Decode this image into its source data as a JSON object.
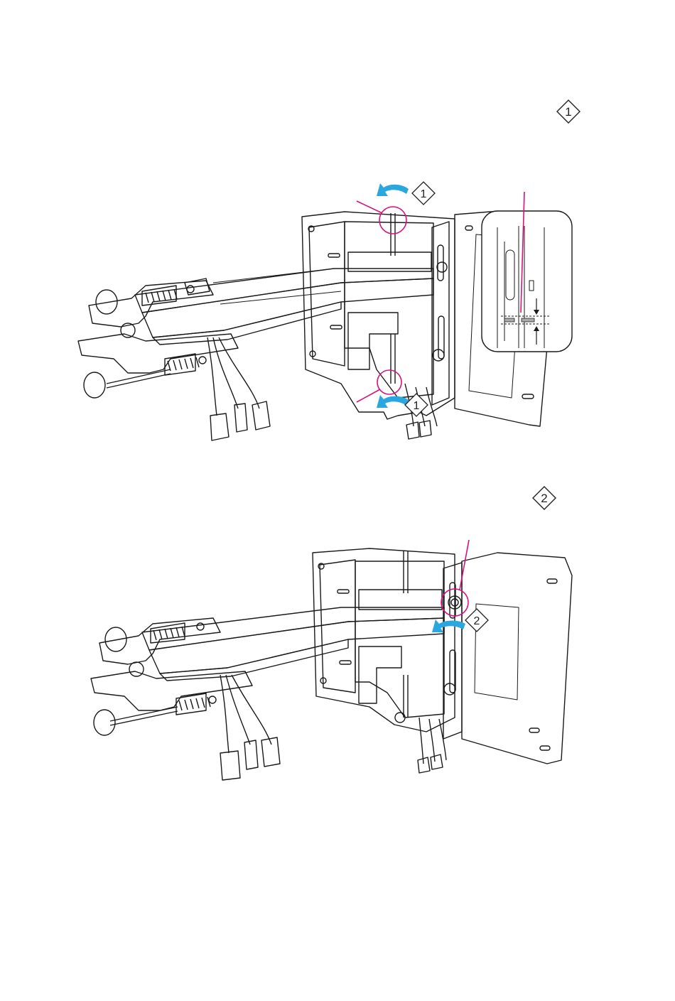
{
  "page": {
    "step_markers": [
      {
        "id": "step-1-marker",
        "label": "1"
      },
      {
        "id": "step-2-marker",
        "label": "2"
      }
    ]
  },
  "figure1": {
    "callouts": [
      "1",
      "1"
    ]
  },
  "figure2": {
    "callouts": [
      "2"
    ]
  },
  "colors": {
    "line": "#1a1a1a",
    "callout_circle": "#d6127e",
    "arrow": "#2aa7df"
  }
}
